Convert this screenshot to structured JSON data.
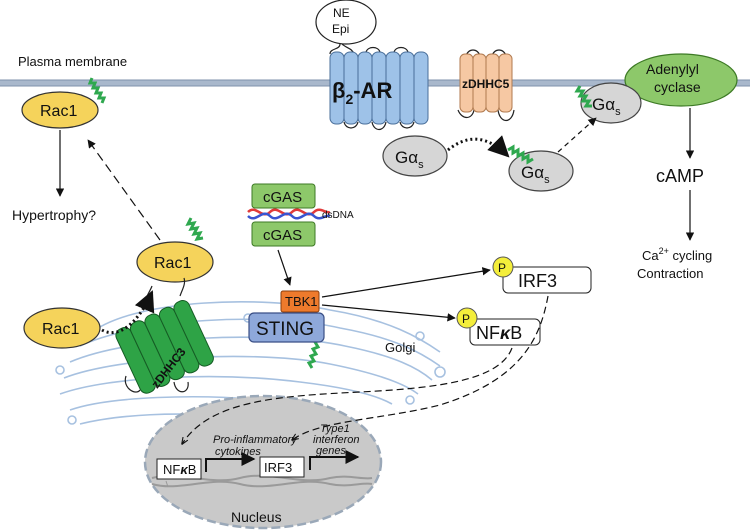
{
  "membrane": {
    "label": "Plasma membrane"
  },
  "ligand": {
    "line1": "NE",
    "line2": "Epi"
  },
  "receptor": {
    "name": "β",
    "sub": "2",
    "suffix": "-AR"
  },
  "zdhhc5": {
    "label": "zDHHC5"
  },
  "g_alpha": {
    "main": "Gα",
    "sub": "s"
  },
  "adenylyl_cyclase": {
    "line1": "Adenylyl",
    "line2": "cyclase"
  },
  "camp": {
    "label": "cAMP"
  },
  "ca_cycling": {
    "prefix": "Ca",
    "sup": "2+",
    "rest": " cycling"
  },
  "contraction": {
    "label": "Contraction"
  },
  "rac1": {
    "label": "Rac1"
  },
  "hypertrophy": {
    "label": "Hypertrophy?"
  },
  "cgas": {
    "label": "cGAS",
    "dsdna": "dsDNA"
  },
  "tbk1": {
    "label": "TBK1"
  },
  "sting": {
    "label": "STING"
  },
  "zdhhc3": {
    "label": "zDHHC3"
  },
  "golgi": {
    "label": "Golgi"
  },
  "phospho": {
    "label": "P"
  },
  "irf3": {
    "label": "IRF3"
  },
  "nfkb": {
    "prefix": "NF",
    "kappa": "κ",
    "suffix": "B"
  },
  "nucleus": {
    "label": "Nucleus",
    "pro_inflammatory_1": "Pro-inflammatory",
    "pro_inflammatory_2": "cytokines",
    "type1_1": "Type1",
    "type1_2": "interferon",
    "type1_3": "genes"
  },
  "colors": {
    "membrane": "#a9b8cc",
    "receptor": "#9ec2e8",
    "zdhhc5": "#f6c8a3",
    "cyclase": "#8dc86a",
    "rac1": "#f5d35b",
    "galpha": "#d6d6d6",
    "sting": "#8ea8da",
    "tbk1": "#ee7a2c",
    "zdhhc3": "#2ea346",
    "palmitoyl": "#2fa84f",
    "phospho": "#f4ee3b",
    "nucleus": "#c9c9c9",
    "golgi": "#a7c1e0"
  }
}
